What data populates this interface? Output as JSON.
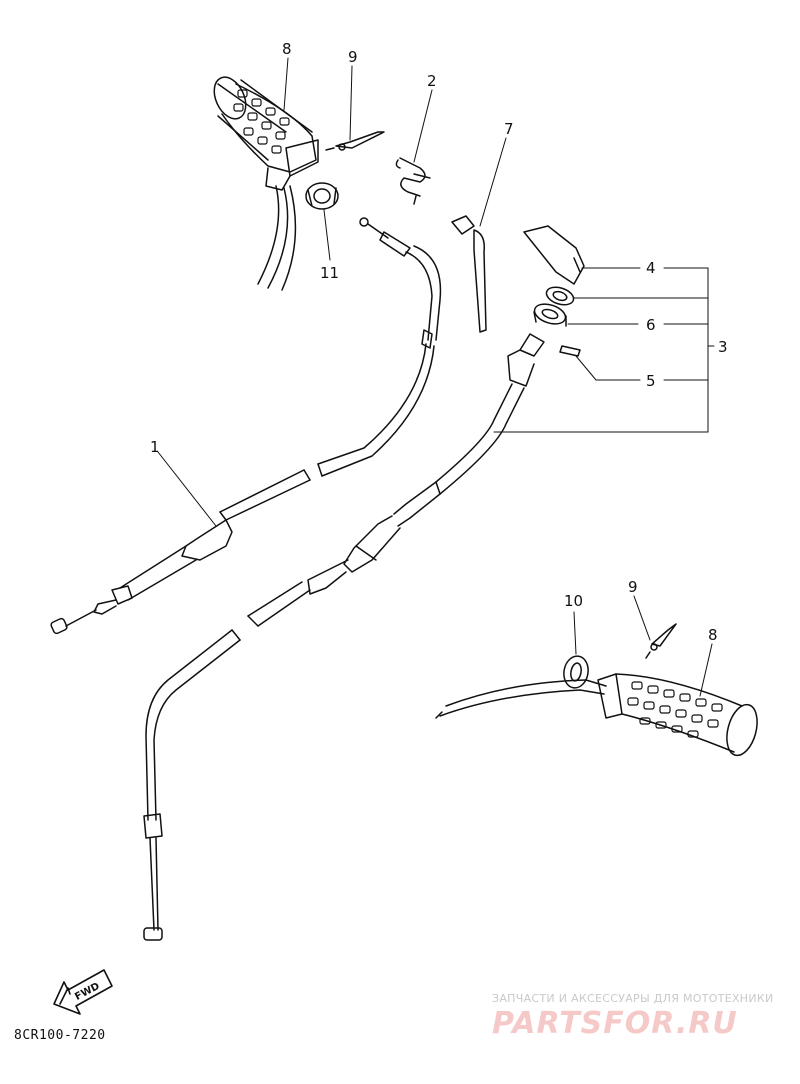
{
  "callouts": [
    {
      "id": "1",
      "label": "1"
    },
    {
      "id": "2",
      "label": "2"
    },
    {
      "id": "3",
      "label": "3"
    },
    {
      "id": "4",
      "label": "4"
    },
    {
      "id": "5",
      "label": "5"
    },
    {
      "id": "6",
      "label": "6"
    },
    {
      "id": "7",
      "label": "7"
    },
    {
      "id": "8a",
      "label": "8"
    },
    {
      "id": "8b",
      "label": "8"
    },
    {
      "id": "9a",
      "label": "9"
    },
    {
      "id": "9b",
      "label": "9"
    },
    {
      "id": "10",
      "label": "10"
    },
    {
      "id": "11",
      "label": "11"
    }
  ],
  "fwd_label": "FWD",
  "diagram_code": "8CR100-7220",
  "watermark": {
    "caption": "ЗАПЧАСТИ И АКСЕССУАРЫ ДЛЯ МОТОТЕХНИКИ",
    "logo": "PARTSFOR.RU"
  }
}
